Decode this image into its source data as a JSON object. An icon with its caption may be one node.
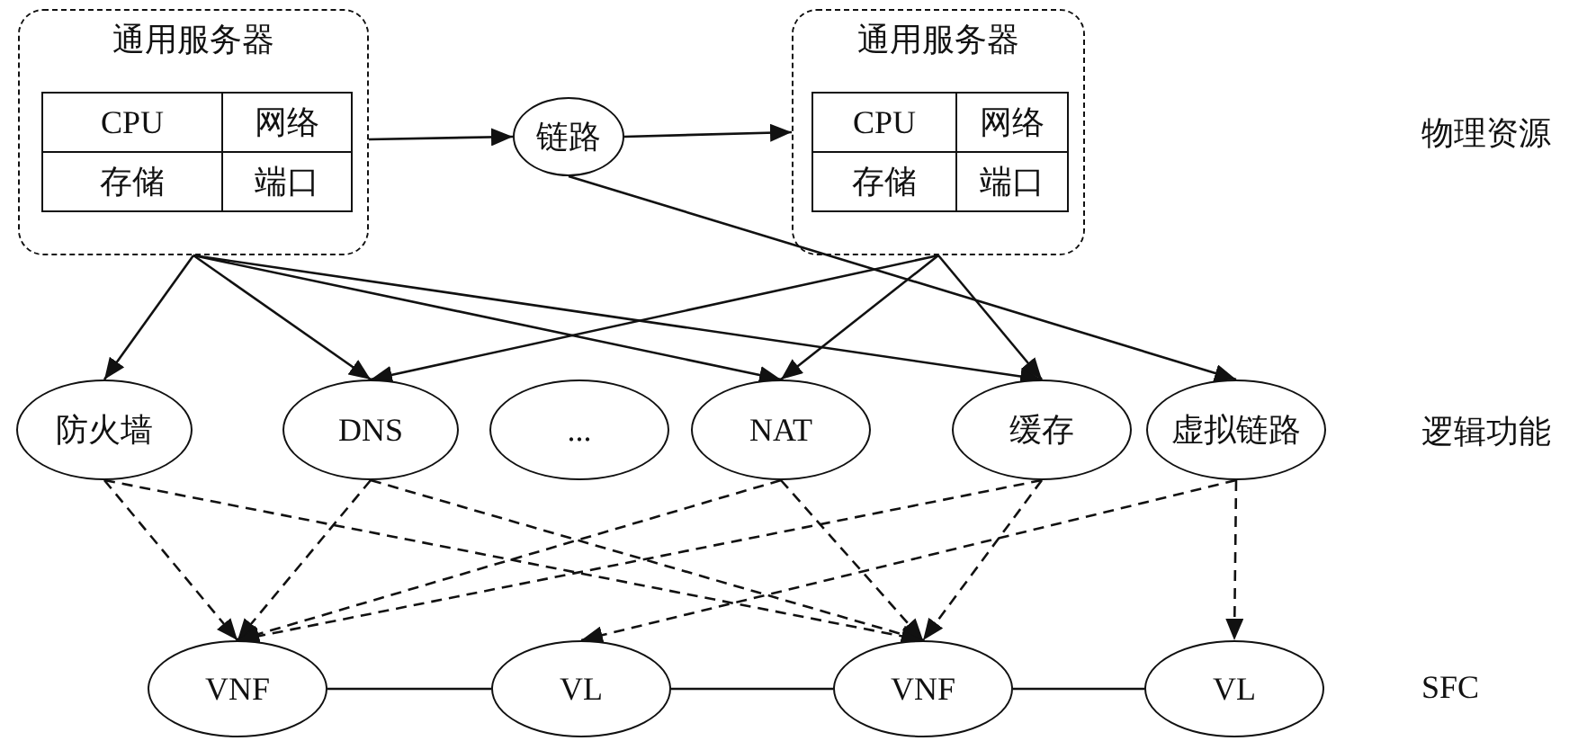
{
  "diagram": {
    "nodes": [
      {
        "text": [
          "通用服务器"
        ]
      },
      {
        "text": [
          "CPU"
        ],
        "in": 0
      },
      {
        "text": [
          "网络"
        ],
        "in": 0
      },
      {
        "text": [
          "存储"
        ],
        "in": 0
      },
      {
        "text": [
          "端口"
        ],
        "in": 0
      },
      {
        "text": [
          "链路"
        ]
      },
      {
        "text": [
          "通用服务器"
        ]
      },
      {
        "text": [
          "CPU"
        ],
        "in": 6
      },
      {
        "text": [
          "网络"
        ],
        "in": 6
      },
      {
        "text": [
          "存储"
        ],
        "in": 6
      },
      {
        "text": [
          "端口"
        ],
        "in": 6
      },
      {
        "text": [
          "防火墙"
        ]
      },
      {
        "text": [
          "DNS"
        ]
      },
      {
        "text": [
          "..."
        ]
      },
      {
        "text": [
          "NAT"
        ]
      },
      {
        "text": [
          "缓存"
        ]
      },
      {
        "text": [
          "虚拟链路"
        ]
      },
      {
        "text": [
          "VNF"
        ]
      },
      {
        "text": [
          "VL"
        ]
      },
      {
        "text": [
          "VNF"
        ]
      },
      {
        "text": [
          "VL"
        ]
      }
    ],
    "edges": [
      {
        "from": 0,
        "to": 5,
        "arrow": "to"
      },
      {
        "from": 5,
        "to": 6,
        "arrow": "to"
      },
      {
        "from": 0,
        "to": 11,
        "arrow": "to"
      },
      {
        "from": 0,
        "to": 12,
        "arrow": "to"
      },
      {
        "from": 0,
        "to": 14,
        "arrow": "to"
      },
      {
        "from": 0,
        "to": 15,
        "arrow": "to"
      },
      {
        "from": 6,
        "to": 12,
        "arrow": "to"
      },
      {
        "from": 6,
        "to": 14,
        "arrow": "to"
      },
      {
        "from": 6,
        "to": 15,
        "arrow": "to"
      },
      {
        "from": 5,
        "to": 16,
        "arrow": "to"
      },
      {
        "from": 11,
        "to": 17,
        "arrow": "to",
        "style": "dashed"
      },
      {
        "from": 11,
        "to": 19,
        "arrow": "to",
        "style": "dashed"
      },
      {
        "from": 12,
        "to": 17,
        "arrow": "to",
        "style": "dashed"
      },
      {
        "from": 12,
        "to": 19,
        "arrow": "to",
        "style": "dashed"
      },
      {
        "from": 14,
        "to": 17,
        "arrow": "to",
        "style": "dashed"
      },
      {
        "from": 14,
        "to": 19,
        "arrow": "to",
        "style": "dashed"
      },
      {
        "from": 15,
        "to": 17,
        "arrow": "to",
        "style": "dashed"
      },
      {
        "from": 15,
        "to": 19,
        "arrow": "to",
        "style": "dashed"
      },
      {
        "from": 16,
        "to": 18,
        "arrow": "to",
        "style": "dashed"
      },
      {
        "from": 16,
        "to": 20,
        "arrow": "to",
        "style": "dashed"
      },
      {
        "from": 17,
        "to": 18,
        "arrow": "none"
      },
      {
        "from": 18,
        "to": 19,
        "arrow": "none"
      },
      {
        "from": 19,
        "to": 20,
        "arrow": "none"
      }
    ],
    "labels": [
      "物理资源",
      "逻辑功能",
      "SFC"
    ]
  }
}
